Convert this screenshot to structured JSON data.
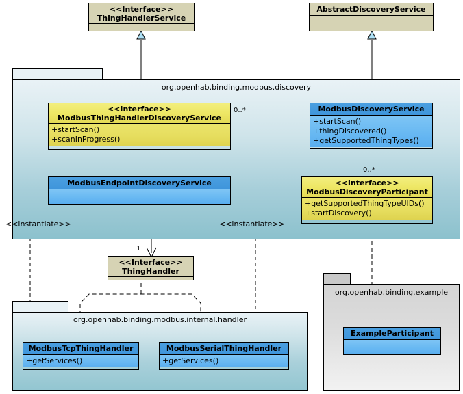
{
  "diagram": {
    "type": "uml-class-diagram",
    "title": "Modbus binding discovery class diagram",
    "colors": {
      "interface_yellow": "#e8e05e",
      "class_blue": "#69b9f2",
      "external_beige": "#d6d3b4",
      "package_teal": "#8cc1cd",
      "package_grey": "#dcdcdc",
      "line": "#000000"
    }
  },
  "packages": [
    {
      "id": "discovery",
      "label": "org.openhab.binding.modbus.discovery"
    },
    {
      "id": "handler",
      "label": "org.openhab.binding.modbus.internal.handler"
    },
    {
      "id": "example",
      "label": "org.openhab.binding.example"
    }
  ],
  "classes": {
    "thing_handler_service": {
      "stereotype": "<<Interface>>",
      "name": "ThingHandlerService",
      "members": []
    },
    "abstract_discovery_service": {
      "stereotype": "",
      "name": "AbstractDiscoveryService",
      "members": []
    },
    "modbus_thing_handler_discovery_service": {
      "stereotype": "<<Interface>>",
      "name": "ModbusThingHandlerDiscoveryService",
      "members": [
        "+startScan()",
        "+scanInProgress()"
      ]
    },
    "modbus_discovery_service": {
      "stereotype": "",
      "name": "ModbusDiscoveryService",
      "members": [
        "+startScan()",
        "+thingDiscovered()",
        "+getSupportedThingTypes()"
      ]
    },
    "modbus_endpoint_discovery_service": {
      "stereotype": "",
      "name": "ModbusEndpointDiscoveryService",
      "members": []
    },
    "modbus_discovery_participant": {
      "stereotype": "<<Interface>>",
      "name": "ModbusDiscoveryParticipant",
      "members": [
        "+getSupportedThingTypeUIDs()",
        "+startDiscovery()"
      ]
    },
    "thing_handler": {
      "stereotype": "<<Interface>>",
      "name": "ThingHandler",
      "members": []
    },
    "modbus_tcp_thing_handler": {
      "stereotype": "",
      "name": "ModbusTcpThingHandler",
      "members": [
        "+getServices()"
      ]
    },
    "modbus_serial_thing_handler": {
      "stereotype": "",
      "name": "ModbusSerialThingHandler",
      "members": [
        "+getServices()"
      ]
    },
    "example_participant": {
      "stereotype": "",
      "name": "ExampleParticipant",
      "members": []
    }
  },
  "edge_labels": {
    "mult_thdservice": "0..*",
    "mult_participant": "0..*",
    "mult_thinghandler": "1",
    "instantiate_left": "<<instantiate>>",
    "instantiate_right": "<<instantiate>>"
  }
}
